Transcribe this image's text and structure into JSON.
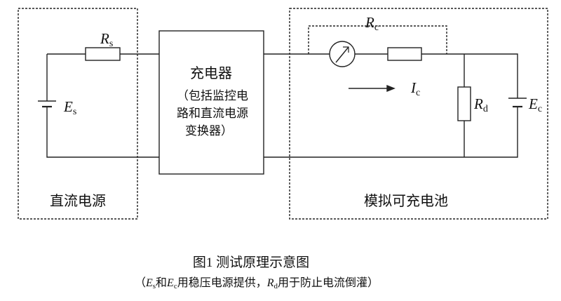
{
  "colors": {
    "line": "#222222",
    "text": "#111111",
    "background": "#ffffff"
  },
  "labels": {
    "rs_main": "R",
    "rs_sub": "s",
    "es_main": "E",
    "es_sub": "s",
    "rc_main": "R",
    "rc_sub": "c",
    "ic_main": "I",
    "ic_sub": "c",
    "rd_main": "R",
    "rd_sub": "d",
    "ec_main": "E",
    "ec_sub": "c"
  },
  "charger": {
    "title": "充电器",
    "line1": "（包括监控电",
    "line2": "路和直流电源",
    "line3": "变换器）"
  },
  "sections": {
    "dc_source": "直流电源",
    "battery": "模拟可充电池"
  },
  "caption": {
    "title": "图1  测试原理示意图",
    "note_parts": [
      "（",
      "E",
      "s",
      "和",
      "E",
      "c",
      "用稳压电源提供，",
      "R",
      "d",
      "用于防止电流倒灌）"
    ]
  },
  "icons": {
    "meter": "ammeter-icon",
    "battery_es": "battery-icon",
    "battery_ec": "battery-icon",
    "arrow": "arrow-right-icon"
  }
}
